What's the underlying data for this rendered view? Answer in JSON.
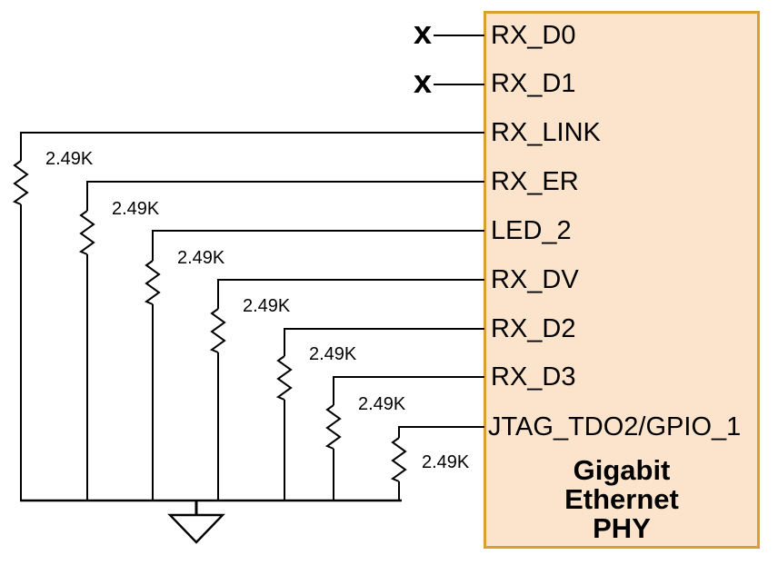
{
  "diagram": {
    "type": "circuit-schematic",
    "background": "#ffffff",
    "wire_color": "#000000"
  },
  "block": {
    "fill": "#FBE4CB",
    "border": "#D9A02F",
    "title_lines": [
      "Gigabit",
      "Ethernet",
      "PHY"
    ],
    "pins": [
      {
        "label": "RX_D0",
        "connection": "no-connect"
      },
      {
        "label": "RX_D1",
        "connection": "no-connect"
      },
      {
        "label": "RX_LINK",
        "connection": "resistor-to-ground"
      },
      {
        "label": "RX_ER",
        "connection": "resistor-to-ground"
      },
      {
        "label": "LED_2",
        "connection": "resistor-to-ground"
      },
      {
        "label": "RX_DV",
        "connection": "resistor-to-ground"
      },
      {
        "label": "RX_D2",
        "connection": "resistor-to-ground"
      },
      {
        "label": "RX_D3",
        "connection": "resistor-to-ground"
      },
      {
        "label": "JTAG_TDO2/GPIO_1",
        "connection": "resistor-to-ground"
      }
    ]
  },
  "resistors": [
    {
      "value": "2.49K"
    },
    {
      "value": "2.49K"
    },
    {
      "value": "2.49K"
    },
    {
      "value": "2.49K"
    },
    {
      "value": "2.49K"
    },
    {
      "value": "2.49K"
    },
    {
      "value": "2.49K"
    }
  ],
  "no_connect": {
    "symbol": "x"
  },
  "ground": {
    "icon": "ground-triangle"
  }
}
